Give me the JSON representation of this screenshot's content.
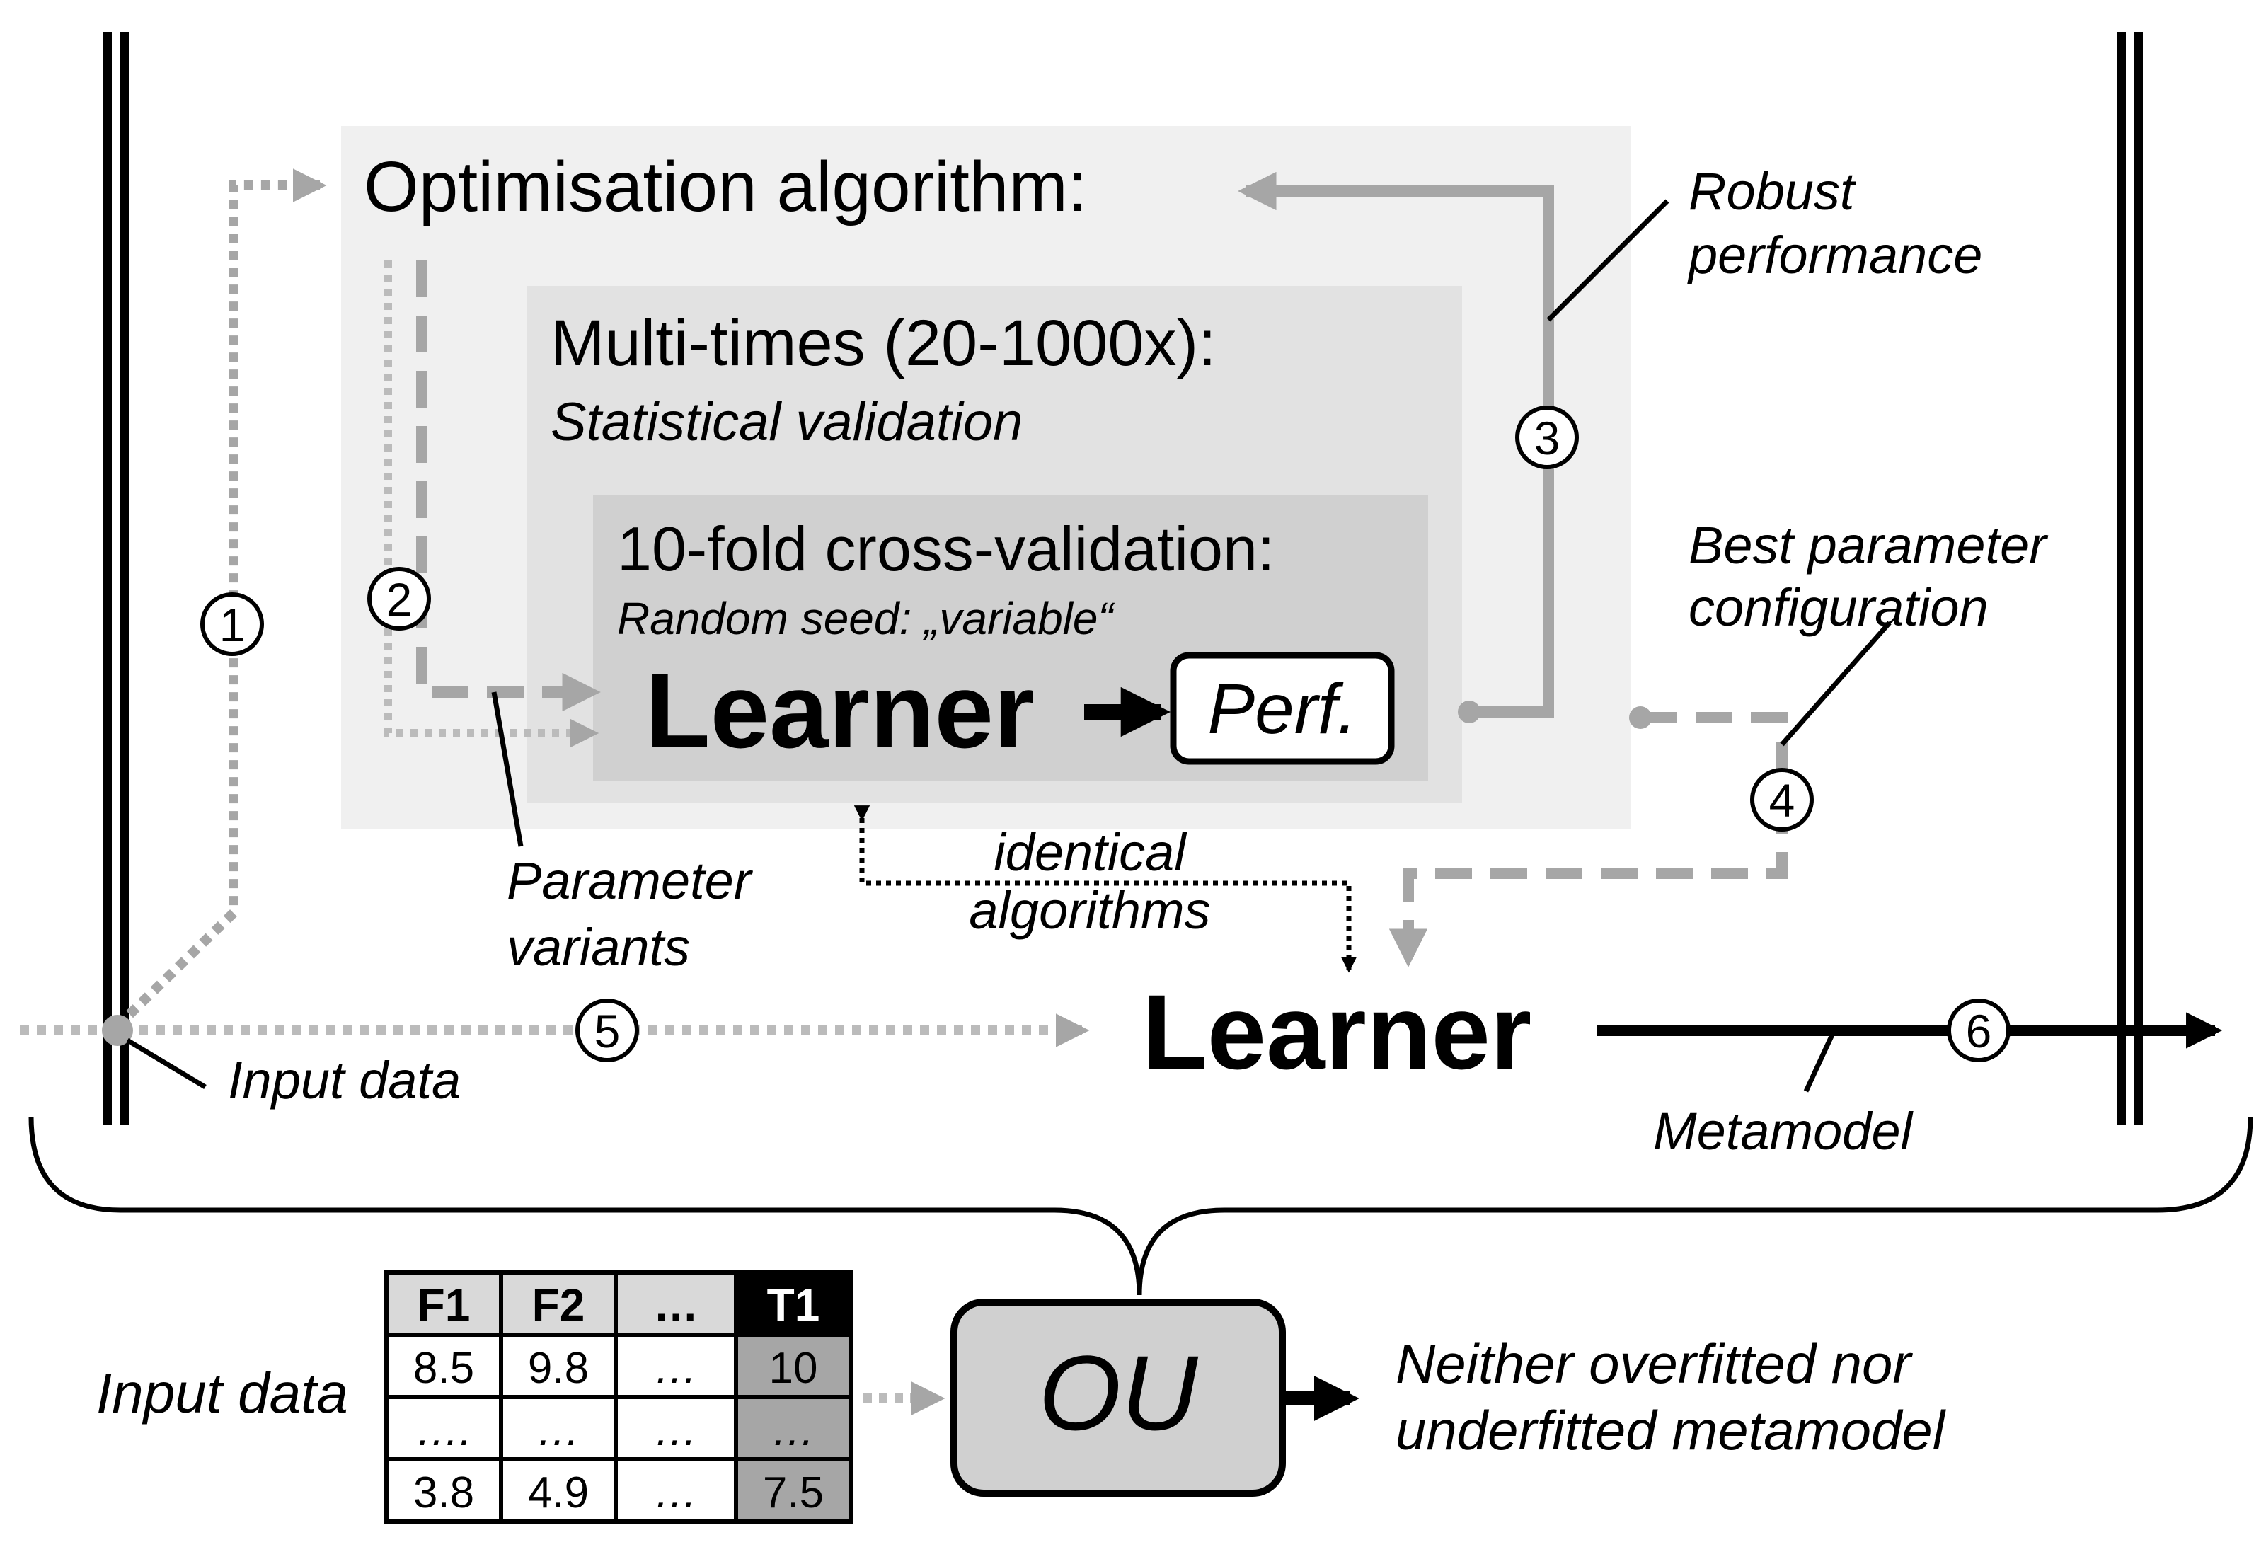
{
  "optimisation_box": {
    "title": "Optimisation algorithm:"
  },
  "multitimes_box": {
    "title": "Multi-times (20-1000x):",
    "subtitle": "Statistical validation"
  },
  "cv_box": {
    "title": "10-fold cross-validation:",
    "subtitle": "Random seed: „variable“",
    "learner": "Learner",
    "perf": "Perf."
  },
  "annotations": {
    "robust_line1": "Robust",
    "robust_line2": "performance",
    "best_line1": "Best parameter",
    "best_line2": "configuration",
    "param_line1": "Parameter",
    "param_line2": "variants",
    "identical_line1": "identical",
    "identical_line2": "algorithms",
    "input_data": "Input data",
    "metamodel": "Metamodel"
  },
  "final_learner": "Learner",
  "steps": [
    "1",
    "2",
    "3",
    "4",
    "5",
    "6"
  ],
  "bottom": {
    "input_label": "Input data",
    "ou_label": "OU",
    "result_line1": "Neither overfitted nor",
    "result_line2": "underfitted metamodel"
  },
  "table": {
    "headers": [
      "F1",
      "F2",
      "…",
      "T1"
    ],
    "rows": [
      [
        "8.5",
        "9.8",
        "…",
        "10"
      ],
      [
        "….",
        "…",
        "…",
        "…"
      ],
      [
        "3.8",
        "4.9",
        "…",
        "7.5"
      ]
    ]
  },
  "colors": {
    "outer_box": "#f0f0f0",
    "middle_box": "#e2e2e2",
    "inner_box": "#d0d0d0",
    "arrow_gray": "#a6a6a6",
    "ou_fill": "#d0d0d0",
    "table_header": "#d9d9d9",
    "table_target_header": "#000000",
    "table_target_cell": "#a6a6a6"
  }
}
